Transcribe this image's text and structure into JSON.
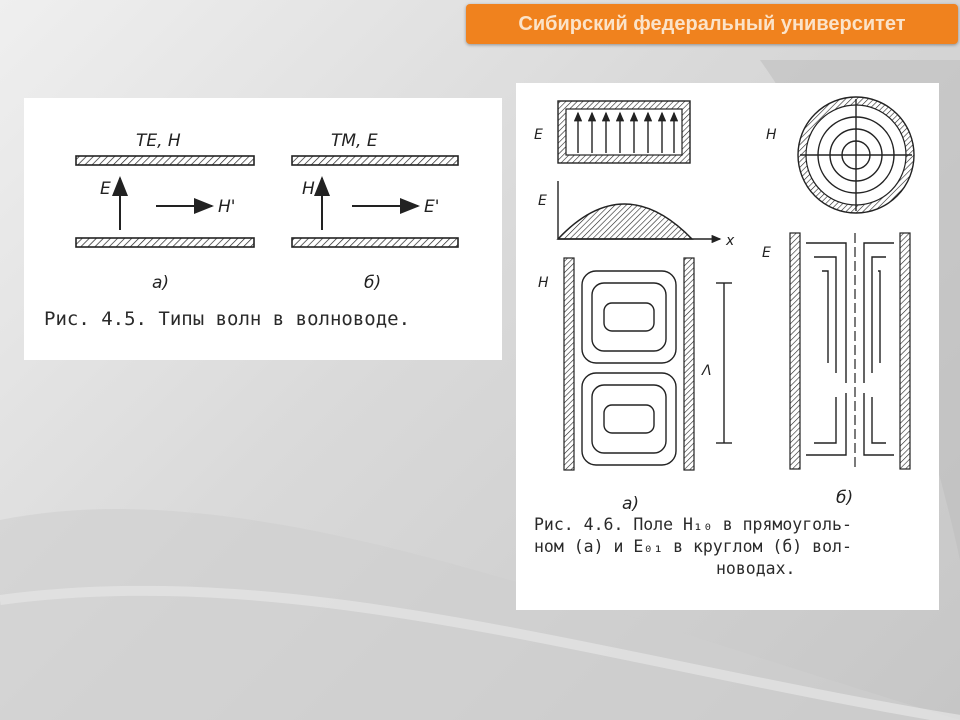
{
  "header": {
    "title": "Сибирский федеральный университет"
  },
  "colors": {
    "header_bg": "#f0821e",
    "header_text": "#fbe3c9",
    "panel_bg": "#ffffff"
  },
  "fig45": {
    "label_te": "TE, H",
    "label_tm": "TM, E",
    "label_a_e": "E",
    "label_a_h": "H'",
    "label_b_h": "H",
    "label_b_e": "E'",
    "sub_a": "а)",
    "sub_b": "б)",
    "caption": "Рис.  4.5. Типы волн  в волноводе."
  },
  "fig46": {
    "label_e1": "E",
    "label_e2": "E",
    "label_x": "x",
    "label_h1": "H",
    "label_lambda": "Λ",
    "label_h2": "H",
    "label_e3": "E",
    "sub_a": "а)",
    "sub_b": "б)",
    "caption_line1": "Рис. 4.6. Поле H₁₀ в прямоуголь-",
    "caption_line2": "ном (а) и E₀₁ в  круглом  (б)  вол-",
    "caption_line3": "новодах."
  }
}
